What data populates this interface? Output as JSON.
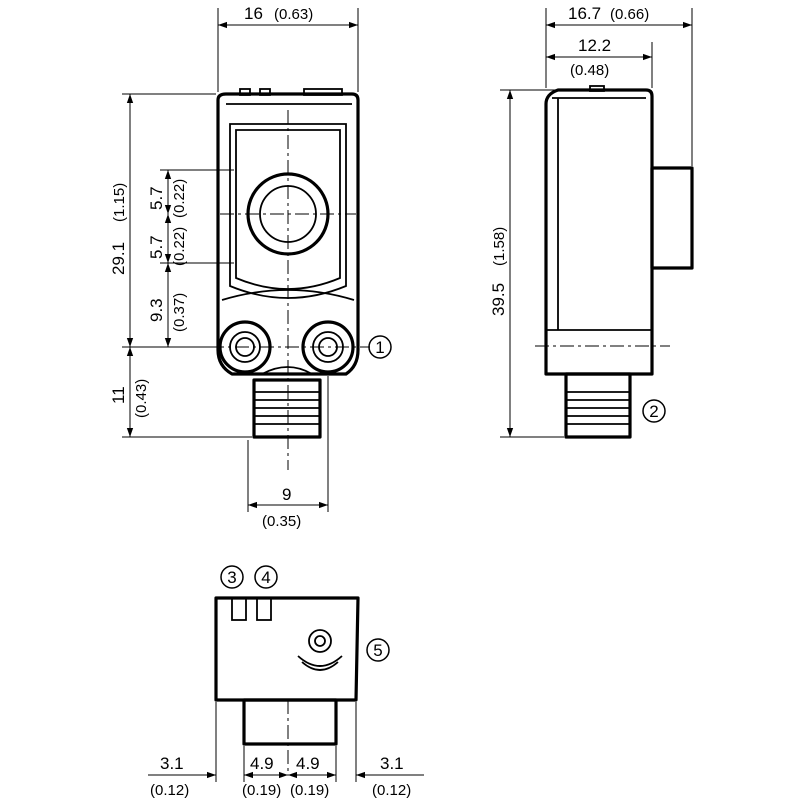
{
  "dimensions": {
    "front_width": {
      "value": "16",
      "inch": "(0.63)"
    },
    "front_height": {
      "value": "29.1",
      "inch": "(1.15)"
    },
    "optic_upper": {
      "value": "5.7",
      "inch": "(0.22)"
    },
    "optic_lower": {
      "value": "5.7",
      "inch": "(0.22)"
    },
    "optic_to_mount": {
      "value": "9.3",
      "inch": "(0.37)"
    },
    "connector_height": {
      "value": "11",
      "inch": "(0.43)"
    },
    "connector_offset": {
      "value": "9",
      "inch": "(0.35)"
    },
    "side_depth": {
      "value": "16.7",
      "inch": "(0.66)"
    },
    "side_body_depth": {
      "value": "12.2",
      "inch": "(0.48)"
    },
    "side_height": {
      "value": "39.5",
      "inch": "(1.58)"
    },
    "bottom_left": {
      "value": "3.1",
      "inch": "(0.12)"
    },
    "bottom_mid_left": {
      "value": "4.9",
      "inch": "(0.19)"
    },
    "bottom_mid_right": {
      "value": "4.9",
      "inch": "(0.19)"
    },
    "bottom_right": {
      "value": "3.1",
      "inch": "(0.12)"
    }
  },
  "callouts": [
    "1",
    "2",
    "3",
    "4",
    "5"
  ]
}
